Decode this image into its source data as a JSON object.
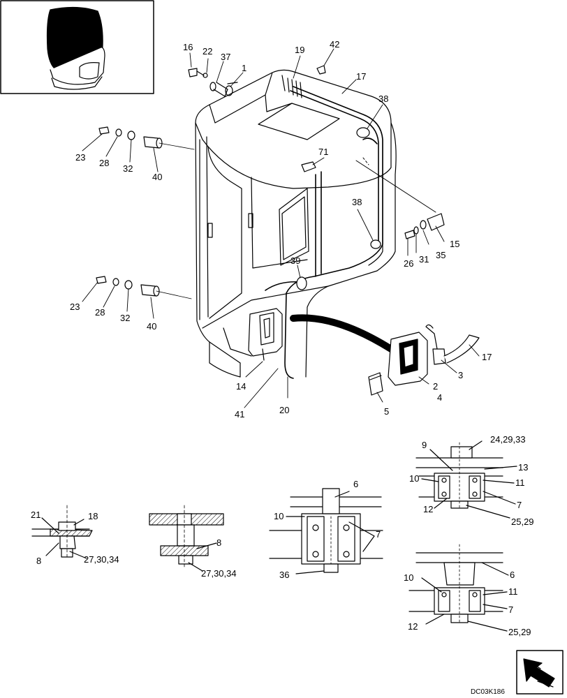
{
  "drawing": {
    "code": "DC03K186",
    "colors": {
      "line": "#000000",
      "paper": "#ffffff",
      "shade": "#999999"
    },
    "inset_icon": "rotating-beacon-icon",
    "nav_icon": "next-page-arrow-icon"
  },
  "callouts": {
    "c16": "16",
    "c22": "22",
    "c37": "37",
    "c1": "1",
    "c19": "19",
    "c42": "42",
    "c17a": "17",
    "c38a": "38",
    "c23a": "23",
    "c28a": "28",
    "c32a": "32",
    "c40a": "40",
    "c71": "71",
    "c38b": "38",
    "c15": "15",
    "c35": "35",
    "c31": "31",
    "c26": "26",
    "c39": "39",
    "c23b": "23",
    "c28b": "28",
    "c32b": "32",
    "c40b": "40",
    "c17b": "17",
    "c3": "3",
    "c2": "2",
    "c4": "4",
    "c5": "5",
    "c14": "14",
    "c20": "20",
    "c41": "41",
    "d1_21": "21",
    "d1_18": "18",
    "d1_8": "8",
    "d1_27": "27,30,34",
    "d2_8": "8",
    "d2_27": "27,30,34",
    "d3_6": "6",
    "d3_10": "10",
    "d3_7": "7",
    "d3_36": "36",
    "d4_24": "24,29,33",
    "d4_9": "9",
    "d4_13": "13",
    "d4_10": "10",
    "d4_11": "11",
    "d4_12": "12",
    "d4_7": "7",
    "d4_25": "25,29",
    "d5_6": "6",
    "d5_10": "10",
    "d5_11": "11",
    "d5_7": "7",
    "d5_12": "12",
    "d5_25": "25,29"
  }
}
